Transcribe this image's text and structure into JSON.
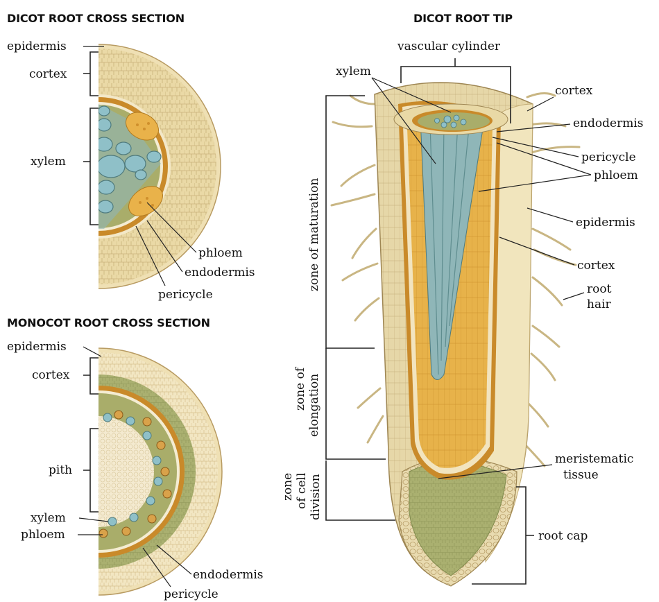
{
  "dicot_cross_section": {
    "title": "DICOT ROOT CROSS SECTION",
    "labels": {
      "epidermis": "epidermis",
      "cortex": "cortex",
      "xylem": "xylem",
      "phloem": "phloem",
      "endodermis": "endodermis",
      "pericycle": "pericycle"
    }
  },
  "monocot_cross_section": {
    "title": "MONOCOT ROOT CROSS SECTION",
    "labels": {
      "epidermis": "epidermis",
      "cortex": "cortex",
      "pith": "pith",
      "xylem": "xylem",
      "phloem": "phloem",
      "endodermis": "endodermis",
      "pericycle": "pericycle"
    }
  },
  "root_tip": {
    "title": "DICOT ROOT TIP",
    "labels": {
      "vascular_cylinder": "vascular cylinder",
      "xylem": "xylem",
      "cortex_top": "cortex",
      "endodermis": "endodermis",
      "pericycle": "pericycle",
      "phloem": "phloem",
      "epidermis": "epidermis",
      "cortex": "cortex",
      "root_hair_1": "root",
      "root_hair_2": "hair",
      "meristematic_1": "meristematic",
      "meristematic_2": "tissue",
      "root_cap": "root cap"
    },
    "zones": {
      "maturation": "zone of maturation",
      "elongation_1": "zone of",
      "elongation_2": "elongation",
      "division_1": "zone",
      "division_2": "of cell",
      "division_3": "division"
    }
  },
  "colors": {
    "epidermis": "#efe0b4",
    "cortex": "#e8d7a2",
    "endodermis": "#c98a2a",
    "xylem": "#8fb6b8",
    "phloem": "#e9b24a",
    "vascular_green": "#a9ad6a",
    "pith": "#f1e6c4"
  }
}
